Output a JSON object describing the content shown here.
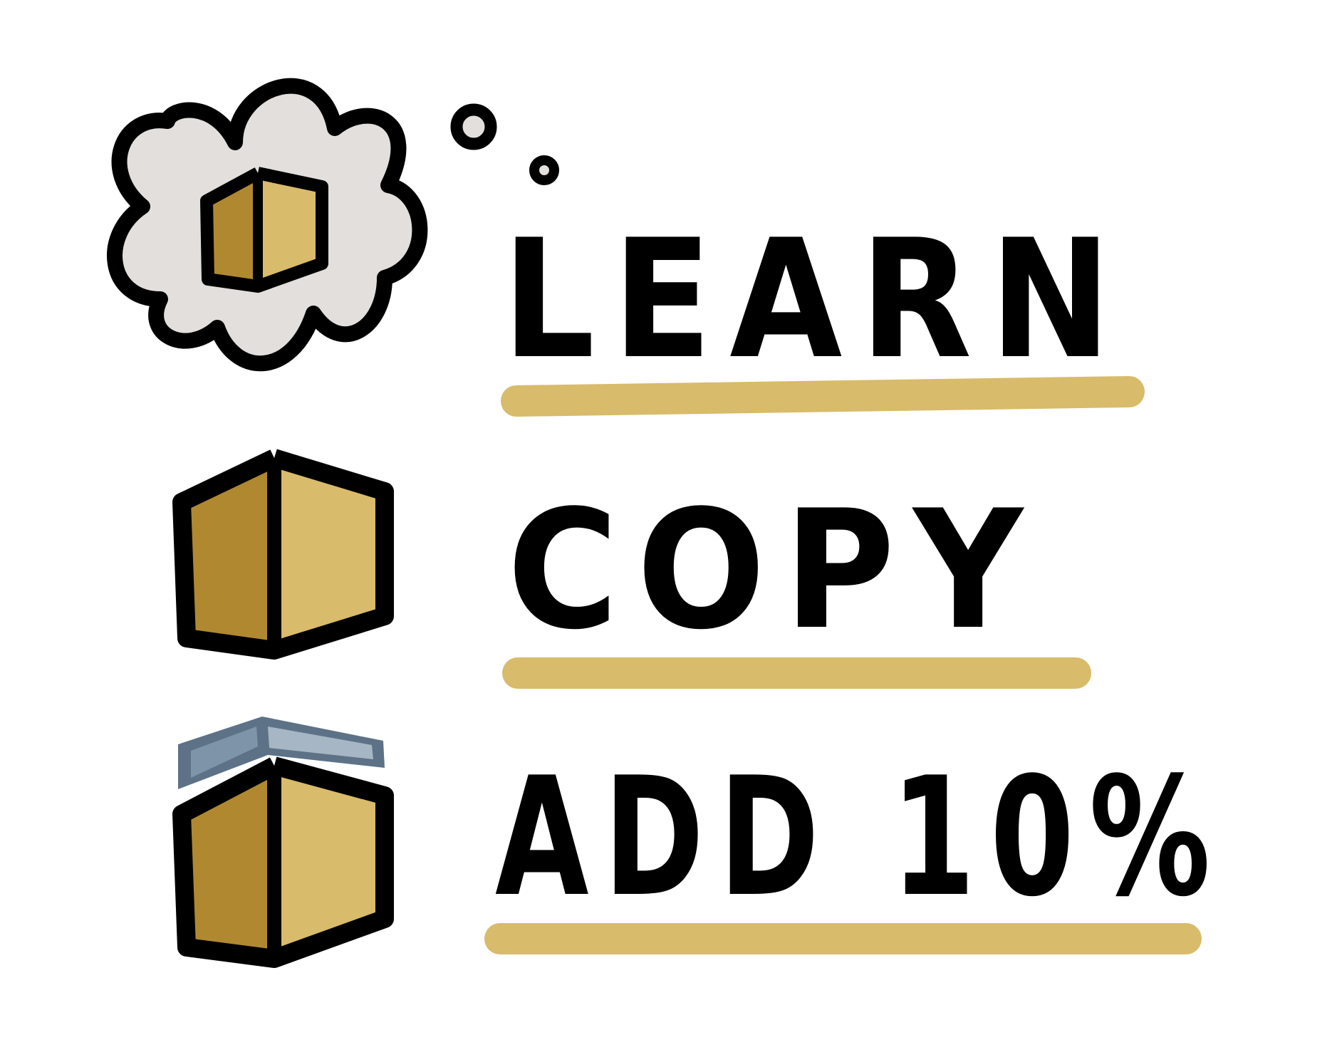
{
  "steps": [
    {
      "label": "LEARN",
      "icon": "thought-cloud-box-icon"
    },
    {
      "label": "COPY",
      "icon": "box-icon"
    },
    {
      "label": "ADD 10%",
      "icon": "box-with-lid-icon"
    }
  ],
  "colors": {
    "outline": "#000000",
    "box_dark": "#b0882f",
    "box_light": "#d8bb6b",
    "underline": "#d8bb6b",
    "cloud": "#e2dfdc",
    "lid_dark": "#5d7287",
    "lid_light": "#a6b6c4",
    "background": "#ffffff"
  }
}
